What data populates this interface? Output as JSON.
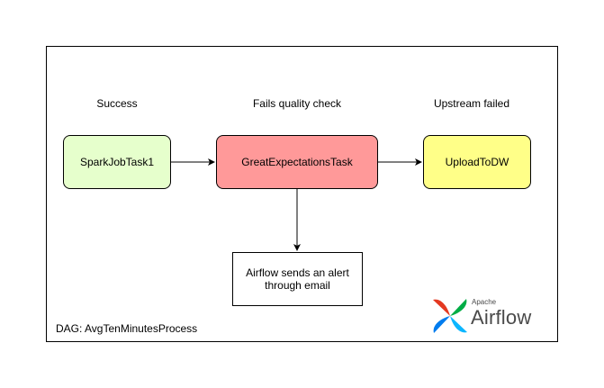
{
  "diagram": {
    "statuses": {
      "spark": "Success",
      "ge": "Fails quality check",
      "upload": "Upstream failed"
    },
    "nodes": {
      "spark": {
        "label": "SparkJobTask1",
        "fill": "#e6ffcc"
      },
      "ge": {
        "label": "GreatExpectationsTask",
        "fill": "#ff9999"
      },
      "upload": {
        "label": "UploadToDW",
        "fill": "#ffff88"
      },
      "alert": {
        "label_line1": "Airflow sends an alert",
        "label_line2": "through email",
        "fill": "#ffffff"
      }
    },
    "edges": [
      {
        "from": "spark",
        "to": "ge"
      },
      {
        "from": "ge",
        "to": "upload"
      },
      {
        "from": "ge",
        "to": "alert"
      }
    ],
    "dag_label": "DAG: AvgTenMinutesProcess"
  },
  "logo": {
    "small_text": "Apache",
    "big_text": "Airflow",
    "icon": "airflow-pinwheel-icon",
    "colors": {
      "red": "#e43921",
      "teal": "#00ad46",
      "blue": "#0cb6ff",
      "navy": "#017cee"
    }
  }
}
